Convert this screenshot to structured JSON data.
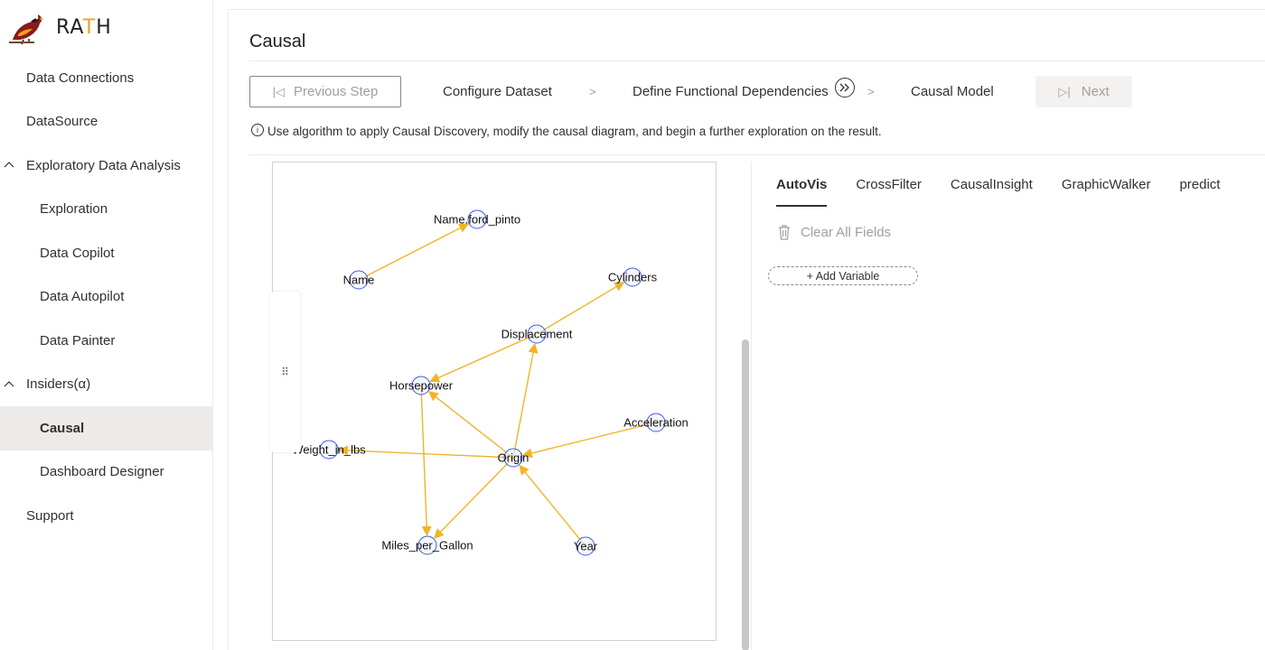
{
  "app": {
    "logo_text_before": "RA",
    "logo_text_accent": "T",
    "logo_text_after": "H"
  },
  "sidebar": {
    "items": [
      {
        "label": "Data Connections",
        "level": 0
      },
      {
        "label": "DataSource",
        "level": 0
      },
      {
        "label": "Exploratory Data Analysis",
        "level": 0,
        "group": true,
        "expanded": true
      },
      {
        "label": "Exploration",
        "level": 1
      },
      {
        "label": "Data Copilot",
        "level": 1
      },
      {
        "label": "Data Autopilot",
        "level": 1
      },
      {
        "label": "Data Painter",
        "level": 1
      },
      {
        "label": "Insiders(α)",
        "level": 0,
        "group": true,
        "expanded": true
      },
      {
        "label": "Causal",
        "level": 1,
        "active": true
      },
      {
        "label": "Dashboard Designer",
        "level": 1
      },
      {
        "label": "Support",
        "level": 0
      }
    ]
  },
  "page": {
    "title": "Causal"
  },
  "steps": {
    "prev_label": "Previous Step",
    "items": [
      "Configure Dataset",
      "Define Functional Dependencies",
      "Causal Model"
    ],
    "separator": ">",
    "next_label": "Next"
  },
  "hint": "Use algorithm to apply Causal Discovery, modify the causal diagram, and begin a further exploration on the result.",
  "graph": {
    "edge_color": "#f0b429",
    "node_stroke": "#3b5bdb",
    "nodes": [
      {
        "id": "name_ford_pinto",
        "label": "Name.ford_pinto"
      },
      {
        "id": "name",
        "label": "Name"
      },
      {
        "id": "cylinders",
        "label": "Cylinders"
      },
      {
        "id": "displacement",
        "label": "Displacement"
      },
      {
        "id": "horsepower",
        "label": "Horsepower"
      },
      {
        "id": "acceleration",
        "label": "Acceleration"
      },
      {
        "id": "weight",
        "label": "Weight_in_lbs"
      },
      {
        "id": "origin",
        "label": "Origin"
      },
      {
        "id": "mpg",
        "label": "Miles_per_Gallon"
      },
      {
        "id": "year",
        "label": "Year"
      }
    ],
    "edges": [
      {
        "from": "name",
        "to": "name_ford_pinto"
      },
      {
        "from": "displacement",
        "to": "cylinders"
      },
      {
        "from": "displacement",
        "to": "horsepower"
      },
      {
        "from": "origin",
        "to": "displacement"
      },
      {
        "from": "origin",
        "to": "horsepower"
      },
      {
        "from": "acceleration",
        "to": "origin"
      },
      {
        "from": "origin",
        "to": "weight"
      },
      {
        "from": "horsepower",
        "to": "mpg"
      },
      {
        "from": "origin",
        "to": "mpg"
      },
      {
        "from": "year",
        "to": "origin"
      }
    ]
  },
  "right_panel": {
    "tabs": [
      {
        "label": "AutoVis",
        "active": true
      },
      {
        "label": "CrossFilter"
      },
      {
        "label": "CausalInsight"
      },
      {
        "label": "GraphicWalker"
      },
      {
        "label": "predict"
      }
    ],
    "clear_all_label": "Clear All Fields",
    "add_variable_label": "+ Add Variable"
  }
}
